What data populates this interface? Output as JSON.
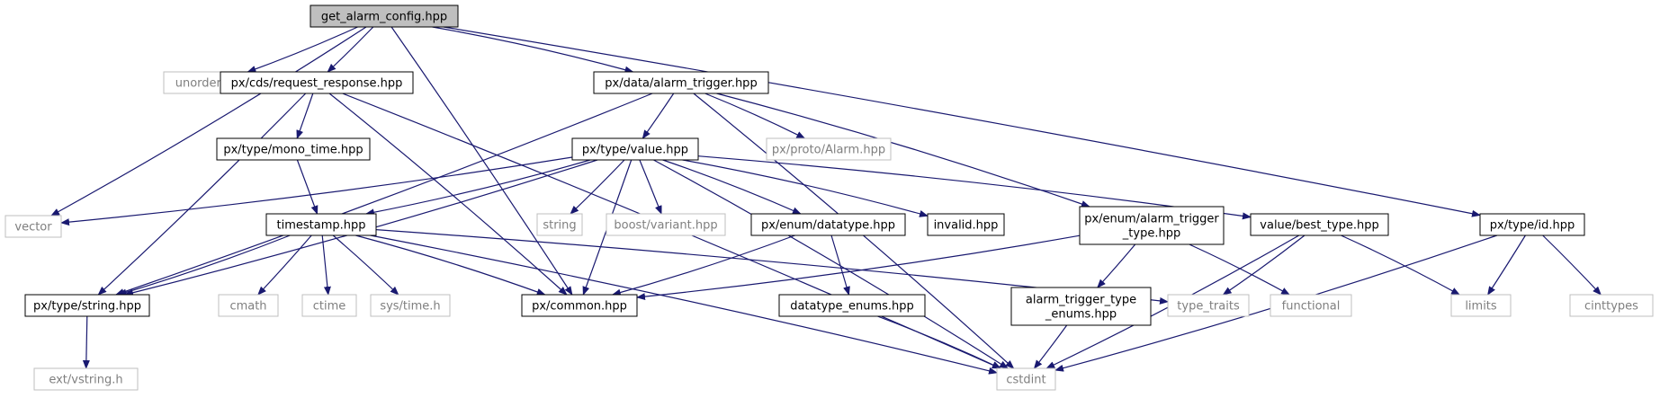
{
  "colors": {
    "edge": "#191970",
    "box_stroke_local": "#000000",
    "box_stroke_system": "#bfbfbf",
    "root_fill": "#bfbfbf",
    "text_local": "#000000",
    "text_system": "#7f7f7f"
  },
  "nodes": [
    {
      "id": "get_alarm_config",
      "label": "get_alarm_config.hpp",
      "kind": "root"
    },
    {
      "id": "vector",
      "label": "vector",
      "kind": "system"
    },
    {
      "id": "unordered_map",
      "label": "unordered_map",
      "kind": "system"
    },
    {
      "id": "request_response",
      "label": "px/cds/request_response.hpp",
      "kind": "local"
    },
    {
      "id": "alarm_trigger",
      "label": "px/data/alarm_trigger.hpp",
      "kind": "local"
    },
    {
      "id": "id",
      "label": "px/type/id.hpp",
      "kind": "local"
    },
    {
      "id": "mono_time",
      "label": "px/type/mono_time.hpp",
      "kind": "local"
    },
    {
      "id": "value",
      "label": "px/type/value.hpp",
      "kind": "local"
    },
    {
      "id": "proto_alarm",
      "label": "px/proto/Alarm.hpp",
      "kind": "system"
    },
    {
      "id": "timestamp",
      "label": "timestamp.hpp",
      "kind": "local"
    },
    {
      "id": "string",
      "label": "string",
      "kind": "system"
    },
    {
      "id": "boost_variant",
      "label": "boost/variant.hpp",
      "kind": "system"
    },
    {
      "id": "datatype",
      "label": "px/enum/datatype.hpp",
      "kind": "local"
    },
    {
      "id": "invalid",
      "label": "invalid.hpp",
      "kind": "local"
    },
    {
      "id": "alarm_trigger_type",
      "label": [
        "px/enum/alarm_trigger",
        "_type.hpp"
      ],
      "kind": "local"
    },
    {
      "id": "best_type",
      "label": "value/best_type.hpp",
      "kind": "local"
    },
    {
      "id": "type_string",
      "label": "px/type/string.hpp",
      "kind": "local"
    },
    {
      "id": "cmath",
      "label": "cmath",
      "kind": "system"
    },
    {
      "id": "ctime",
      "label": "ctime",
      "kind": "system"
    },
    {
      "id": "sys_time",
      "label": "sys/time.h",
      "kind": "system"
    },
    {
      "id": "common",
      "label": "px/common.hpp",
      "kind": "local"
    },
    {
      "id": "datatype_enums",
      "label": "datatype_enums.hpp",
      "kind": "local"
    },
    {
      "id": "trigger_type_enums",
      "label": [
        "alarm_trigger_type",
        "_enums.hpp"
      ],
      "kind": "local"
    },
    {
      "id": "type_traits",
      "label": "type_traits",
      "kind": "system"
    },
    {
      "id": "functional",
      "label": "functional",
      "kind": "system"
    },
    {
      "id": "limits",
      "label": "limits",
      "kind": "system"
    },
    {
      "id": "cinttypes",
      "label": "cinttypes",
      "kind": "system"
    },
    {
      "id": "vstring",
      "label": "ext/vstring.h",
      "kind": "system"
    },
    {
      "id": "cstdint",
      "label": "cstdint",
      "kind": "system"
    }
  ],
  "edges": [
    {
      "from": "get_alarm_config",
      "to": "vector"
    },
    {
      "from": "get_alarm_config",
      "to": "unordered_map"
    },
    {
      "from": "get_alarm_config",
      "to": "request_response"
    },
    {
      "from": "get_alarm_config",
      "to": "alarm_trigger"
    },
    {
      "from": "get_alarm_config",
      "to": "id"
    },
    {
      "from": "get_alarm_config",
      "to": "common"
    },
    {
      "from": "request_response",
      "to": "mono_time"
    },
    {
      "from": "request_response",
      "to": "type_string"
    },
    {
      "from": "request_response",
      "to": "common"
    },
    {
      "from": "request_response",
      "to": "cstdint"
    },
    {
      "from": "alarm_trigger",
      "to": "value"
    },
    {
      "from": "alarm_trigger",
      "to": "proto_alarm"
    },
    {
      "from": "alarm_trigger",
      "to": "type_string"
    },
    {
      "from": "alarm_trigger",
      "to": "alarm_trigger_type"
    },
    {
      "from": "alarm_trigger",
      "to": "cstdint"
    },
    {
      "from": "mono_time",
      "to": "timestamp"
    },
    {
      "from": "value",
      "to": "vector"
    },
    {
      "from": "value",
      "to": "timestamp"
    },
    {
      "from": "value",
      "to": "string"
    },
    {
      "from": "value",
      "to": "boost_variant"
    },
    {
      "from": "value",
      "to": "datatype"
    },
    {
      "from": "value",
      "to": "invalid"
    },
    {
      "from": "value",
      "to": "best_type"
    },
    {
      "from": "value",
      "to": "type_string"
    },
    {
      "from": "value",
      "to": "common"
    },
    {
      "from": "value",
      "to": "cstdint"
    },
    {
      "from": "timestamp",
      "to": "type_string"
    },
    {
      "from": "timestamp",
      "to": "cmath"
    },
    {
      "from": "timestamp",
      "to": "ctime"
    },
    {
      "from": "timestamp",
      "to": "sys_time"
    },
    {
      "from": "timestamp",
      "to": "common"
    },
    {
      "from": "timestamp",
      "to": "type_traits"
    },
    {
      "from": "timestamp",
      "to": "cstdint"
    },
    {
      "from": "datatype",
      "to": "common"
    },
    {
      "from": "datatype",
      "to": "datatype_enums"
    },
    {
      "from": "alarm_trigger_type",
      "to": "common"
    },
    {
      "from": "alarm_trigger_type",
      "to": "trigger_type_enums"
    },
    {
      "from": "alarm_trigger_type",
      "to": "functional"
    },
    {
      "from": "best_type",
      "to": "type_traits"
    },
    {
      "from": "best_type",
      "to": "limits"
    },
    {
      "from": "best_type",
      "to": "cstdint"
    },
    {
      "from": "id",
      "to": "limits"
    },
    {
      "from": "id",
      "to": "cinttypes"
    },
    {
      "from": "id",
      "to": "cstdint"
    },
    {
      "from": "type_string",
      "to": "vstring"
    },
    {
      "from": "datatype_enums",
      "to": "cstdint"
    },
    {
      "from": "trigger_type_enums",
      "to": "cstdint"
    }
  ]
}
